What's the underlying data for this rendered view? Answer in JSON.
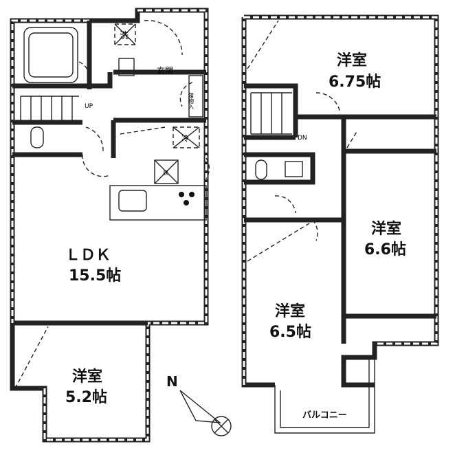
{
  "first_floor": {
    "ldk": {
      "name": "ＬＤＫ",
      "size": "15.5帖"
    },
    "bedroom": {
      "name": "洋室",
      "size": "5.2帖"
    },
    "entrance": "玄関",
    "shoe_storage": "履物入",
    "washer": "洗",
    "fridge": "冷",
    "floor_storage": "収",
    "stairs": "UP"
  },
  "second_floor": {
    "room_a": {
      "name": "洋室",
      "size": "6.75帖"
    },
    "room_b": {
      "name": "洋室",
      "size": "6.6帖"
    },
    "room_c": {
      "name": "洋室",
      "size": "6.5帖"
    },
    "stairs": "DN",
    "balcony": "バルコニー"
  },
  "compass": {
    "north_label": "N"
  }
}
